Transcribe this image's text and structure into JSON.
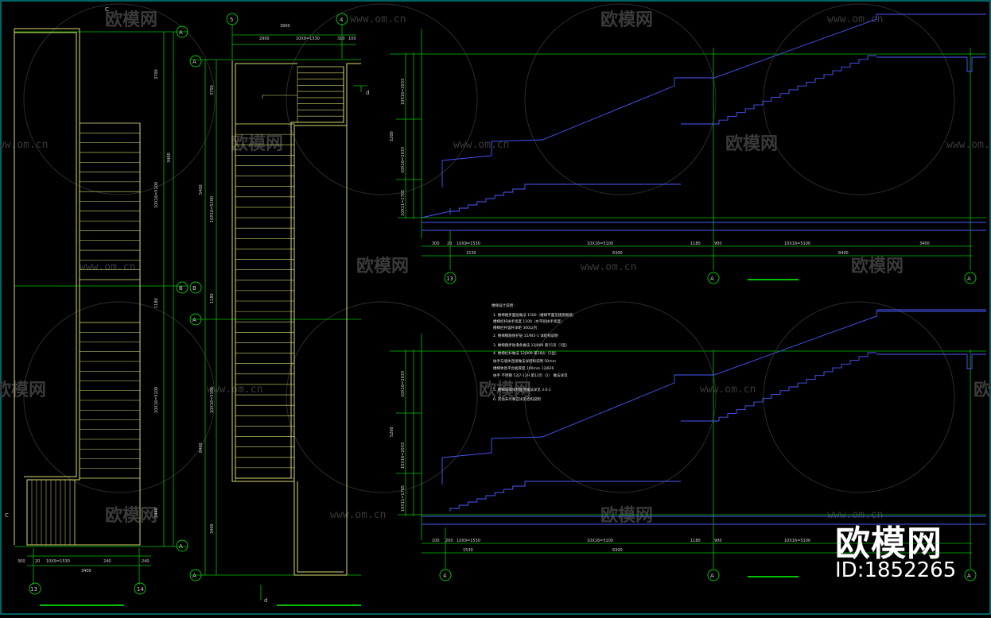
{
  "colors": {
    "background": "#000000",
    "frame": "#00c8c8",
    "grid_green": "#00c000",
    "stair_yellow": "#d8d870",
    "wall_blue": "#4a5aff",
    "text": "#d8d8d8"
  },
  "watermark": {
    "brand": "欧模网",
    "url": "www.om.cn"
  },
  "footer_brand": {
    "name": "欧模网",
    "id": "ID:1852265"
  },
  "plan_left": {
    "axis_bottom": [
      "13",
      "14"
    ],
    "axis_side": [
      "A",
      "B",
      "A"
    ],
    "section_mark": "C",
    "dims_top": [],
    "dims_bottom": [
      "300",
      "20",
      "10X9=1530",
      "240",
      "3400",
      "240"
    ],
    "dims_right": [
      "3700",
      "3400",
      "10X16=5100",
      "1180",
      "10X16=5100",
      "2440"
    ]
  },
  "plan_mid": {
    "axis_top": [
      "5",
      "4"
    ],
    "axis_side": [
      "A",
      "B",
      "A",
      "A"
    ],
    "section_mark": "d",
    "dims_top": [
      "3900",
      "2900",
      "10X9=1530",
      "310",
      "100"
    ],
    "dims_left": [
      "3700",
      "10X16=5100",
      "1180",
      "10X16=5100",
      "3400",
      "5400",
      "8400"
    ]
  },
  "section_top": {
    "axis_bottom": [
      "13",
      "A",
      "A"
    ],
    "dims_bottom": [
      "300",
      "20",
      "10X9=1530",
      "1530",
      "10X16=5100",
      "1180",
      "900",
      "6300",
      "10X16=5100",
      "3400",
      "8400"
    ],
    "dims_left": [
      "10X16=2033",
      "5200",
      "10X16=2033",
      "10X11=1765"
    ]
  },
  "section_bottom": {
    "axis_bottom": [
      "4",
      "A",
      "A"
    ],
    "dims_bottom": [
      "100",
      "200",
      "10X9=1530",
      "1530",
      "10X16=5100",
      "1180",
      "900",
      "6300",
      "10X16=5100"
    ],
    "dims_left": [
      "10X16=2033",
      "5200",
      "10X16=2033",
      "10X11=1765"
    ]
  },
  "notes": {
    "title": "楼梯设计说明：",
    "lines": [
      "1. 楼梯踏步面层做法        1500（楼梯平面见建施图纸）",
      "   楼梯栏杆扶手高度          1100（水平段扶手高度）",
      "   楼梯栏杆竖杆净距          300以内",
      "2. 楼梯钢筋保护层            15/W5-1  详结构说明",
      "3. 楼梯踏步防滑条做法        12J909  第15页（1型）",
      "4. 楼梯栏杆做法              12J909  第18页（1型）",
      "   扶手与墙体连接做法详结构说明         50mm",
      "   楼梯休息平台板厚度       100mm       12J926",
      "   扶手 不锈钢     12J7-12H   第12页（2）   做法详见",
      "5. 楼梯间墙体预埋件做法详见  3.0-1",
      "6. 其他未尽事宜详见结构说明"
    ]
  }
}
